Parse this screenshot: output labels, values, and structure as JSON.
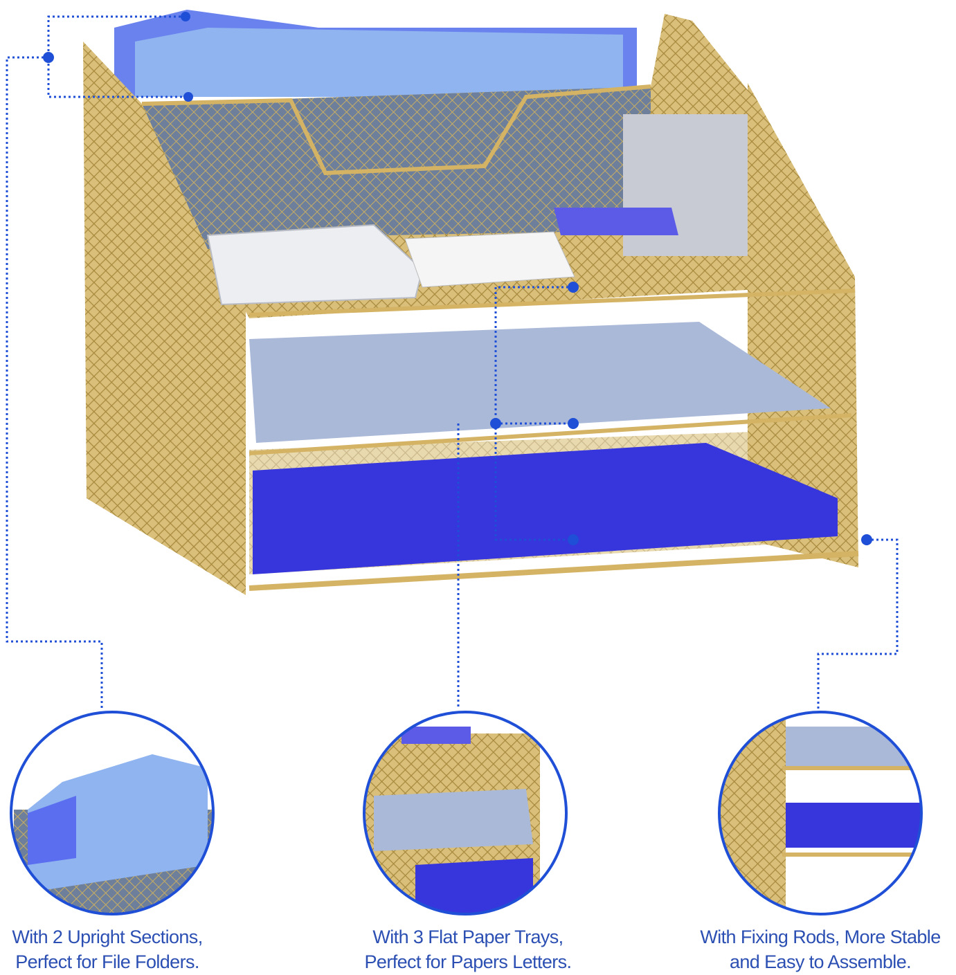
{
  "colors": {
    "accent_blue": "#2b4fb2",
    "callout_blue": "#1f4fd6",
    "gold_mesh": "#c9a95a",
    "paper_blue": "#3a3adf",
    "folder_blue": "#6f8ef0"
  },
  "features": [
    {
      "line1": "With 2 Upright Sections,",
      "line2": "Perfect for File Folders."
    },
    {
      "line1": "With 3 Flat Paper Trays,",
      "line2": "Perfect for Papers Letters."
    },
    {
      "line1": "With Fixing Rods, More Stable",
      "line2": "and Easy to Assemble."
    }
  ]
}
